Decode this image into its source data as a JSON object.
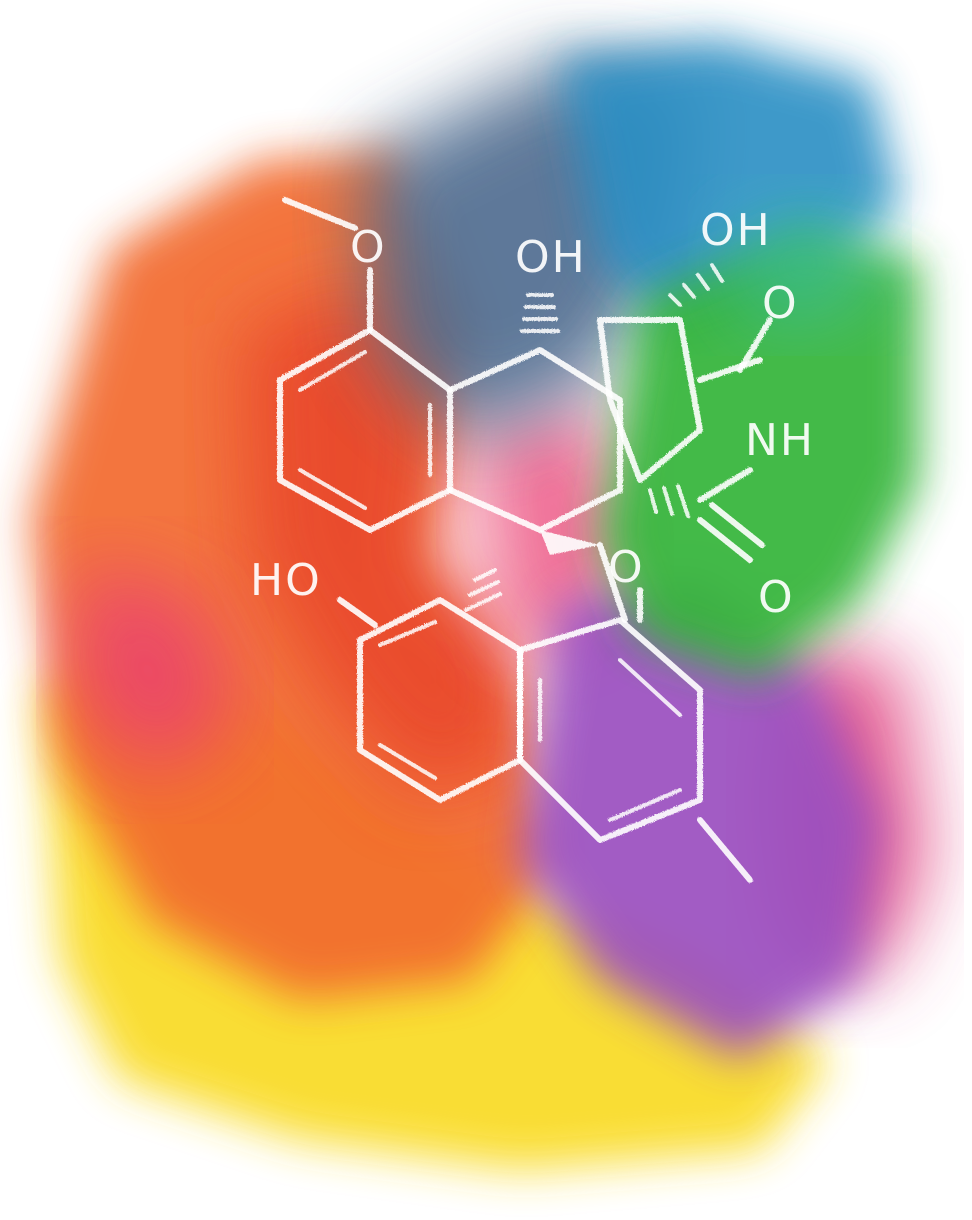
{
  "artwork": {
    "subject": "watercolor-molecule",
    "colors": {
      "background": "#ffffff",
      "yellow": "#f9dc2a",
      "orange": "#f26a2e",
      "red_orange": "#e8452a",
      "pink": "#ea3f73",
      "purple": "#9b4fc0",
      "slate_blue": "#4e6a8e",
      "blue": "#2a8fc4",
      "green": "#35b53a",
      "chalk": "#ffffff"
    },
    "labels": {
      "top_left_oxygen": "O",
      "hydroxyl_center": "OH",
      "hydroxyl_top_right": "OH",
      "carbonyl_upper": "O",
      "amide": "NH",
      "carbonyl_lower": "O",
      "ring_oxygen": "O",
      "hydroxyl_left": "HO"
    }
  }
}
